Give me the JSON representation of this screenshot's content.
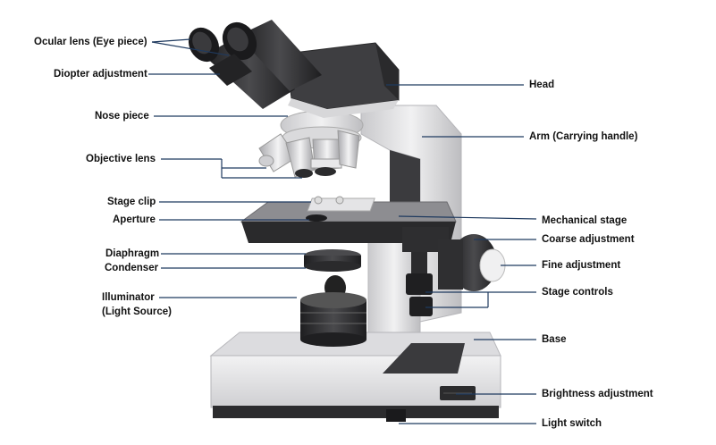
{
  "labels": {
    "ocular": "Ocular lens (Eye piece)",
    "diopter": "Diopter adjustment",
    "nosepiece": "Nose piece",
    "objective": "Objective lens",
    "stage_clip": "Stage clip",
    "aperture": "Aperture",
    "diaphragm": "Diaphragm",
    "condenser": "Condenser",
    "illuminator_1": "Illuminator",
    "illuminator_2": "(Light Source)",
    "head": "Head",
    "arm": "Arm (Carrying handle)",
    "mechanical_stage": "Mechanical stage",
    "coarse": "Coarse adjustment",
    "fine": "Fine adjustment",
    "stage_controls": "Stage controls",
    "base": "Base",
    "brightness": "Brightness adjustment",
    "light_switch": "Light switch"
  },
  "colors": {
    "leader_line": "#1f3a5f",
    "body_light": "#e6e6e8",
    "body_dark": "#2b2b2d"
  }
}
